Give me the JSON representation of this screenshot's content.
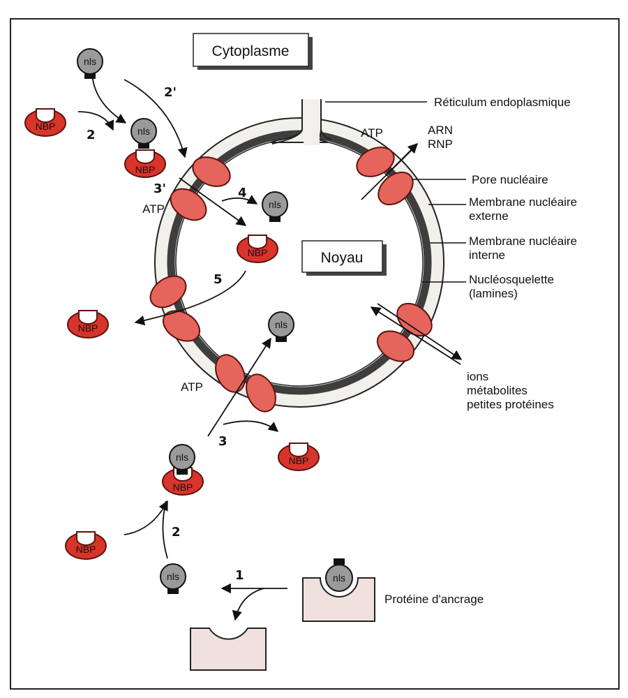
{
  "labels": {
    "cytoplasm": "Cytoplasme",
    "nucleus": "Noyau",
    "er": "Réticulum endoplasmique",
    "rna": "ARN",
    "rnp": "RNP",
    "pore": "Pore nucléaire",
    "outer_membrane_1": "Membrane nucléaire",
    "outer_membrane_2": "externe",
    "inner_membrane_1": "Membrane nucléaire",
    "inner_membrane_2": "interne",
    "lamina_1": "Nucléosquelette",
    "lamina_2": "(lamines)",
    "ions": "ions",
    "metabolites": "métabolites",
    "small_proteins": "petites protéines",
    "anchor": "Protéine d'ancrage",
    "atp": "ATP",
    "nls": "nls",
    "nbp": "NBP"
  },
  "steps": {
    "s1": "1",
    "s2": "2",
    "s2p": "2'",
    "s3": "3",
    "s3p": "3'",
    "s4": "4",
    "s5": "5"
  },
  "colors": {
    "nbp": "#d9342b",
    "pore": "#e5645c",
    "nls": "#9a9a9a",
    "membrane": "#f2f0ea",
    "lamina": "#3e3e3e",
    "anchor": "#f1e1de"
  }
}
